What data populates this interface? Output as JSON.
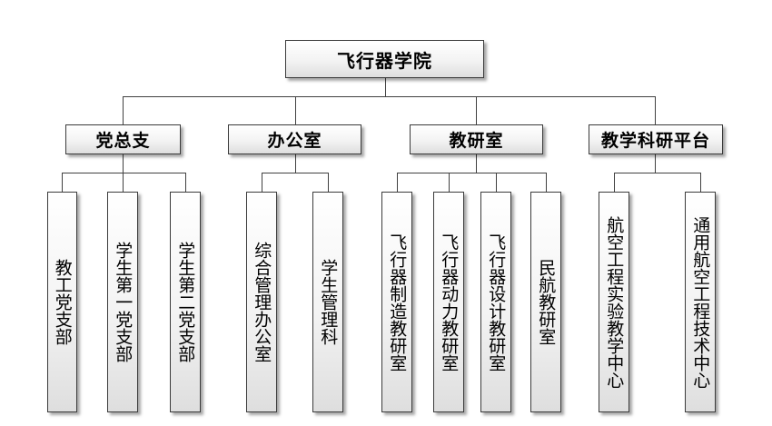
{
  "org_chart": {
    "root": "飞行器学院",
    "departments": [
      {
        "label": "党总支",
        "units": [
          "教工党支部",
          "学生第一党支部",
          "学生第二党支部"
        ]
      },
      {
        "label": "办公室",
        "units": [
          "综合管理办公室",
          "学生管理科"
        ]
      },
      {
        "label": "教研室",
        "units": [
          "飞行器制造教研室",
          "飞行器动力教研室",
          "飞行器设计教研室",
          "民航教研室"
        ]
      },
      {
        "label": "教学科研平台",
        "units": [
          "航空工程实验教学中心",
          "通用航空工程技术中心"
        ]
      }
    ]
  },
  "colors": {
    "line": "#404040",
    "box_border": "#3b3b3b"
  }
}
